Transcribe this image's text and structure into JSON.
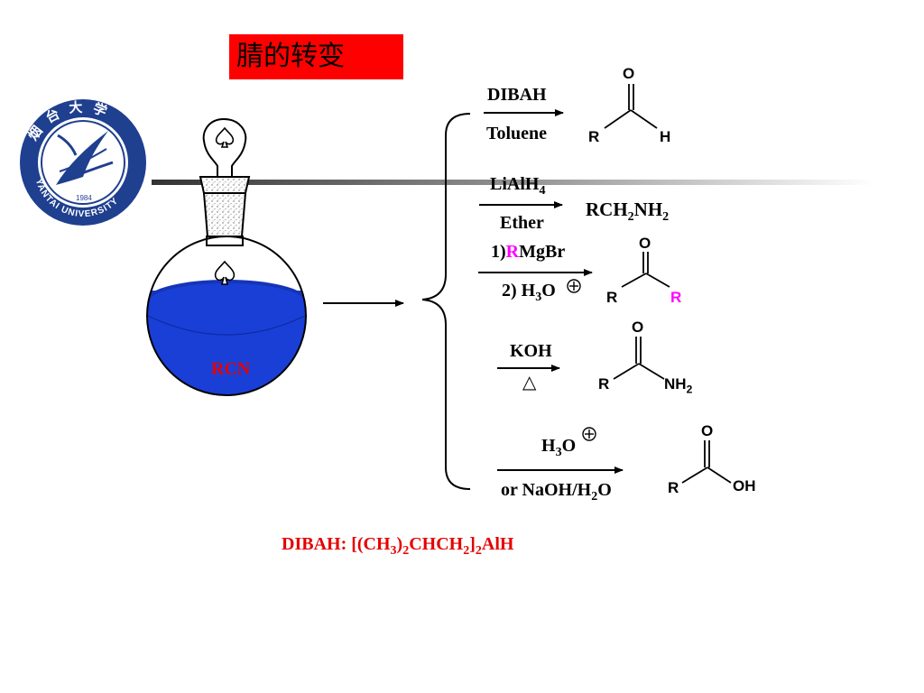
{
  "title": "腈的转变",
  "logo": {
    "top_text": "烟台大学",
    "year": "1984",
    "bottom_text": "YANTAI UNIVERSITY",
    "color": "#1f3f8f"
  },
  "flask": {
    "label": "RCN",
    "liquid_color": "#1a3fd6",
    "label_color": "#e60000"
  },
  "reactions": [
    {
      "reagent_top": "DIBAH",
      "reagent_bottom": "Toluene",
      "product": {
        "R": "R",
        "H": "H",
        "O": "O"
      }
    },
    {
      "reagent_top_main": "LiAlH",
      "reagent_top_sub": "4",
      "reagent_bottom": "Ether",
      "product_parts": [
        "RCH",
        "2",
        "NH",
        "2"
      ]
    },
    {
      "reagent_top_prefix": "1)",
      "reagent_top_r": "R",
      "reagent_top_suffix": "MgBr",
      "reagent_bottom_prefix": "2) H",
      "reagent_bottom_sub": "3",
      "reagent_bottom_suffix": "O",
      "product": {
        "R1": "R",
        "R2": "R",
        "O": "O"
      }
    },
    {
      "reagent_top": "KOH",
      "reagent_bottom": "△",
      "product": {
        "R": "R",
        "NH": "NH",
        "NH_sub": "2",
        "O": "O"
      }
    },
    {
      "reagent_top_prefix": "H",
      "reagent_top_sub": "3",
      "reagent_top_suffix": "O",
      "reagent_bottom_prefix": "or NaOH/H",
      "reagent_bottom_sub": "2",
      "reagent_bottom_suffix": "O",
      "product": {
        "R": "R",
        "OH": "OH",
        "O": "O"
      }
    }
  ],
  "footnote": {
    "p1": "DIBAH: [(CH",
    "s1": "3",
    "p2": ")",
    "s2": "2",
    "p3": "CHCH",
    "s3": "2",
    "p4": "]",
    "s4": "2",
    "p5": "AlH"
  }
}
